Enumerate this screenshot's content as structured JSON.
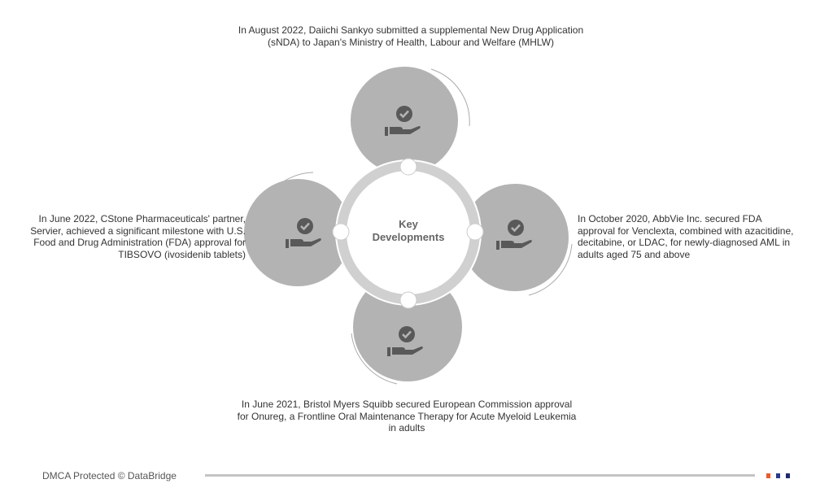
{
  "center_label": [
    "Key",
    "Developments"
  ],
  "developments": [
    {
      "position": "top",
      "text": "In August 2022, Daiichi Sankyo submitted a supplemental New Drug Application (sNDA) to Japan's Ministry of Health, Labour and Welfare (MHLW)",
      "icon": "hand-check-icon"
    },
    {
      "position": "right",
      "text": "In October 2020, AbbVie Inc. secured FDA approval for Venclexta, combined with azacitidine, decitabine, or LDAC, for newly-diagnosed AML in adults aged 75 and above",
      "icon": "hand-check-icon"
    },
    {
      "position": "bottom",
      "text": "In June 2021, Bristol Myers Squibb secured European Commission approval for Onureg, a Frontline Oral Maintenance Therapy for Acute Myeloid Leukemia in adults",
      "icon": "hand-check-icon"
    },
    {
      "position": "left",
      "text": "In June 2022, CStone Pharmaceuticals' partner, Servier, achieved a significant milestone with U.S. Food and Drug Administration (FDA) approval for TIBSOVO (ivosidenib tablets)",
      "icon": "hand-check-icon"
    }
  ],
  "footer": {
    "text": "DMCA Protected © DataBridge",
    "colors": [
      "#f05a28",
      "#2b3a8c",
      "#1f2a6b"
    ]
  },
  "colors": {
    "circle": "#b3b3b3",
    "ring": "#d0d0d0",
    "icon": "#595959"
  }
}
